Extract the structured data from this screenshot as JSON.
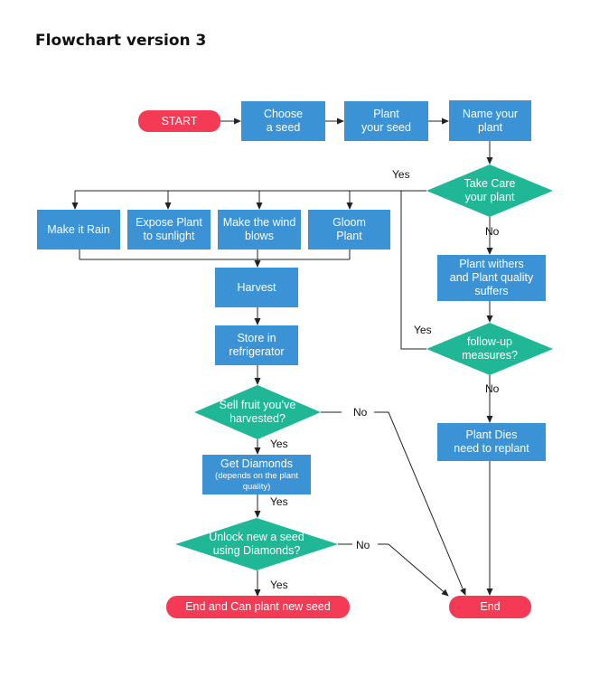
{
  "title": "Flowchart version 3",
  "colors": {
    "box": "#3b93d6",
    "decision": "#1fb796",
    "terminal": "#f43a55",
    "line": "#222222"
  },
  "nodes": {
    "start": "START",
    "choose_seed": "Choose\na seed",
    "plant_seed": "Plant\nyour seed",
    "name_plant": "Name your\nplant",
    "take_care": "Take Care\nyour plant",
    "make_rain": "Make it Rain",
    "expose_plant": "Expose Plant\nto sunlight",
    "make_wind": "Make the wind\nblows",
    "gloom_plant": "Gloom\nPlant",
    "harvest": "Harvest",
    "store_fridge": "Store in\nrefrigerator",
    "sell_fruit": "Sell fruit you’ve\nharvested?",
    "get_diamonds": "Get Diamonds",
    "get_diamonds_note": "(depends on the plant\nquality)",
    "unlock_seed": "Unlock new a seed\nusing Diamonds?",
    "end_new_seed": "End and Can plant new seed",
    "plant_withers": "Plant withers\nand Plant quality\nsuffers",
    "follow_up": "follow-up\nmeasures?",
    "plant_dies": "Plant Dies\nneed to replant",
    "end": "End"
  },
  "edge_labels": {
    "yes_take_care": "Yes",
    "no_take_care": "No",
    "yes_follow_up": "Yes",
    "no_follow_up": "No",
    "no_sell": "No",
    "yes_sell": "Yes",
    "yes_diamonds": "Yes",
    "no_unlock": "No",
    "yes_unlock": "Yes"
  }
}
